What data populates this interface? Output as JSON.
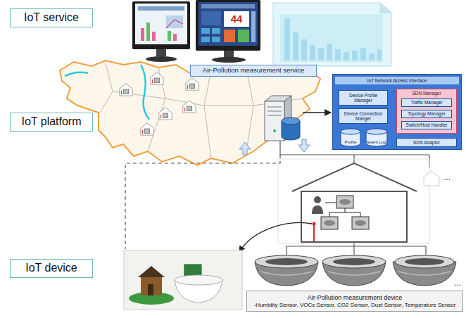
{
  "diagram": {
    "nodes": [
      {
        "text": [
          "IoT service"
        ]
      },
      {
        "text": [
          "Air-Pollution measurement service"
        ]
      },
      {
        "text": [
          "IoT platform"
        ]
      },
      {
        "text": [
          "IoT Network Access Interface"
        ]
      },
      {
        "text": [
          "Device Profile Manager"
        ],
        "in": 3
      },
      {
        "text": [
          "Device Connection Manger"
        ],
        "in": 3
      },
      {
        "text": [
          "SDN Manager"
        ],
        "in": 3
      },
      {
        "text": [
          "Traffic Manager"
        ],
        "in": 6
      },
      {
        "text": [
          "Topology Manager"
        ],
        "in": 6
      },
      {
        "text": [
          "Switch/Host Handler"
        ],
        "in": 6
      },
      {
        "text": [
          "Profile"
        ],
        "in": 3
      },
      {
        "text": [
          "Event Log"
        ],
        "in": 3
      },
      {
        "text": [
          "SDN Adaptor"
        ],
        "in": 3
      },
      {
        "text": [
          "IoT device"
        ]
      },
      {
        "text": [
          "Air-Pollution measurement device",
          "-Humidity Sensor, VOCs Sensor, CO2 Sensor, Dust Sensor, Temperature Sensor"
        ]
      }
    ],
    "labels": [
      "44",
      "...",
      "..."
    ]
  }
}
